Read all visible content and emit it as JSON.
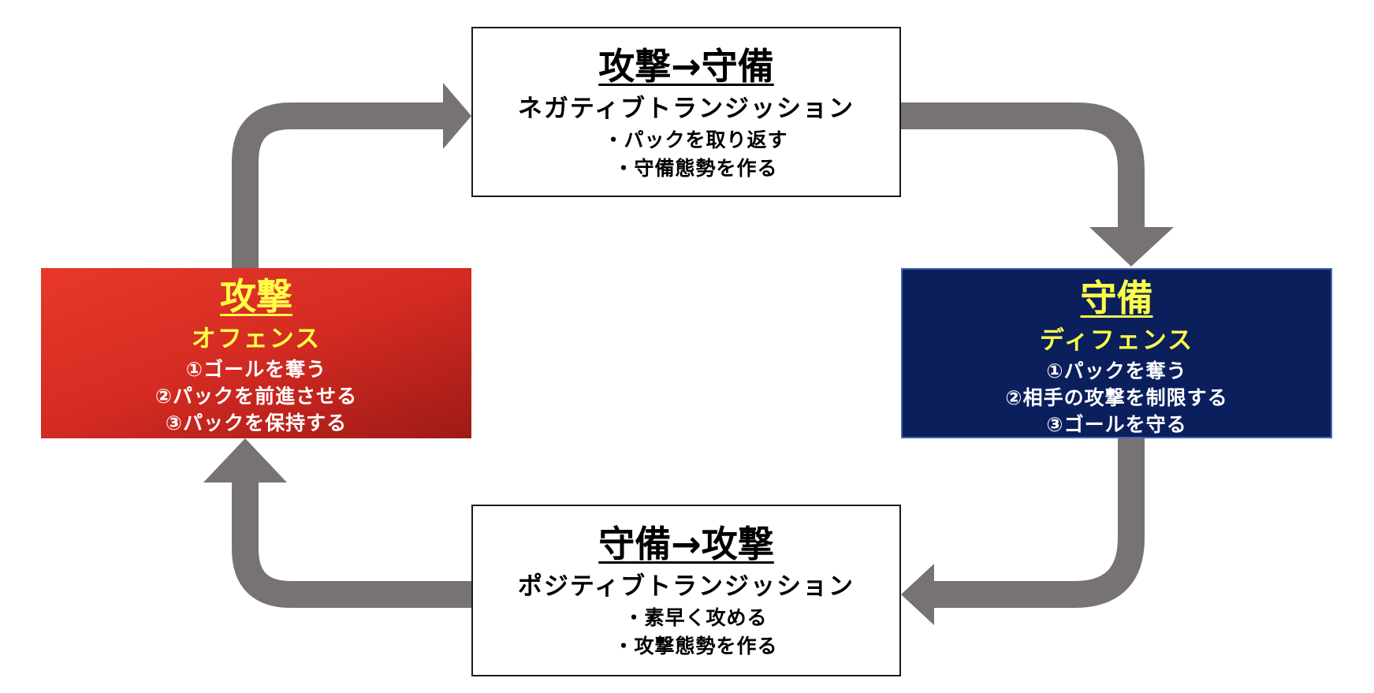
{
  "colors": {
    "arrow": "#777372",
    "offense_bg": "#d72d23",
    "defense_bg": "#0b1f5c",
    "title_yellow": "#ffff4a"
  },
  "negative_transition": {
    "title": "攻撃→守備",
    "subtitle": "ネガティブトランジッション",
    "items": [
      "・パックを取り返す",
      "・守備態勢を作る"
    ]
  },
  "offense": {
    "title": "攻撃",
    "subtitle": "オフェンス",
    "items": [
      "①ゴールを奪う",
      "②パックを前進させる",
      "③パックを保持する"
    ]
  },
  "defense": {
    "title": "守備",
    "subtitle": "ディフェンス",
    "items": [
      "①パックを奪う",
      "②相手の攻撃を制限する",
      "③ゴールを守る"
    ]
  },
  "positive_transition": {
    "title": "守備→攻撃",
    "subtitle": "ポジティブトランジッション",
    "items": [
      "・素早く攻める",
      "・攻撃態勢を作る"
    ]
  }
}
